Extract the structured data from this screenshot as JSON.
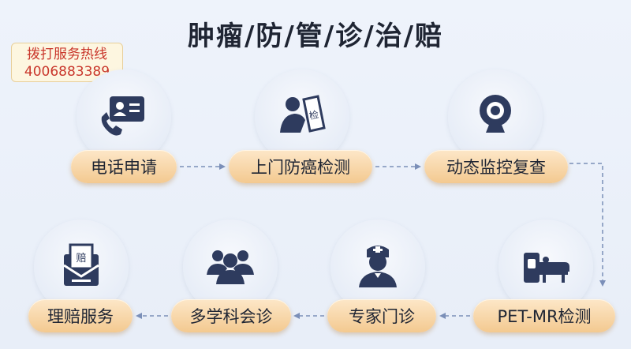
{
  "title": "肿瘤/防/管/诊/治/赔",
  "hotline": {
    "label": "拨打服务热线",
    "number": "4006883389"
  },
  "steps": [
    {
      "label": "电话申请",
      "icon": "phone-id-card-icon"
    },
    {
      "label": "上门防癌检测",
      "icon": "health-check-person-icon"
    },
    {
      "label": "动态监控复查",
      "icon": "webcam-monitor-icon"
    },
    {
      "label": "PET-MR检测",
      "icon": "medical-scanner-icon"
    },
    {
      "label": "专家门诊",
      "icon": "doctor-icon"
    },
    {
      "label": "多学科会诊",
      "icon": "team-group-icon"
    },
    {
      "label": "理赔服务",
      "icon": "claim-document-icon"
    }
  ],
  "colors": {
    "navy": "#2e3b5e",
    "pill": "#f3c990",
    "hotline_text": "#c9362b",
    "arrow": "#7b8fb8"
  }
}
